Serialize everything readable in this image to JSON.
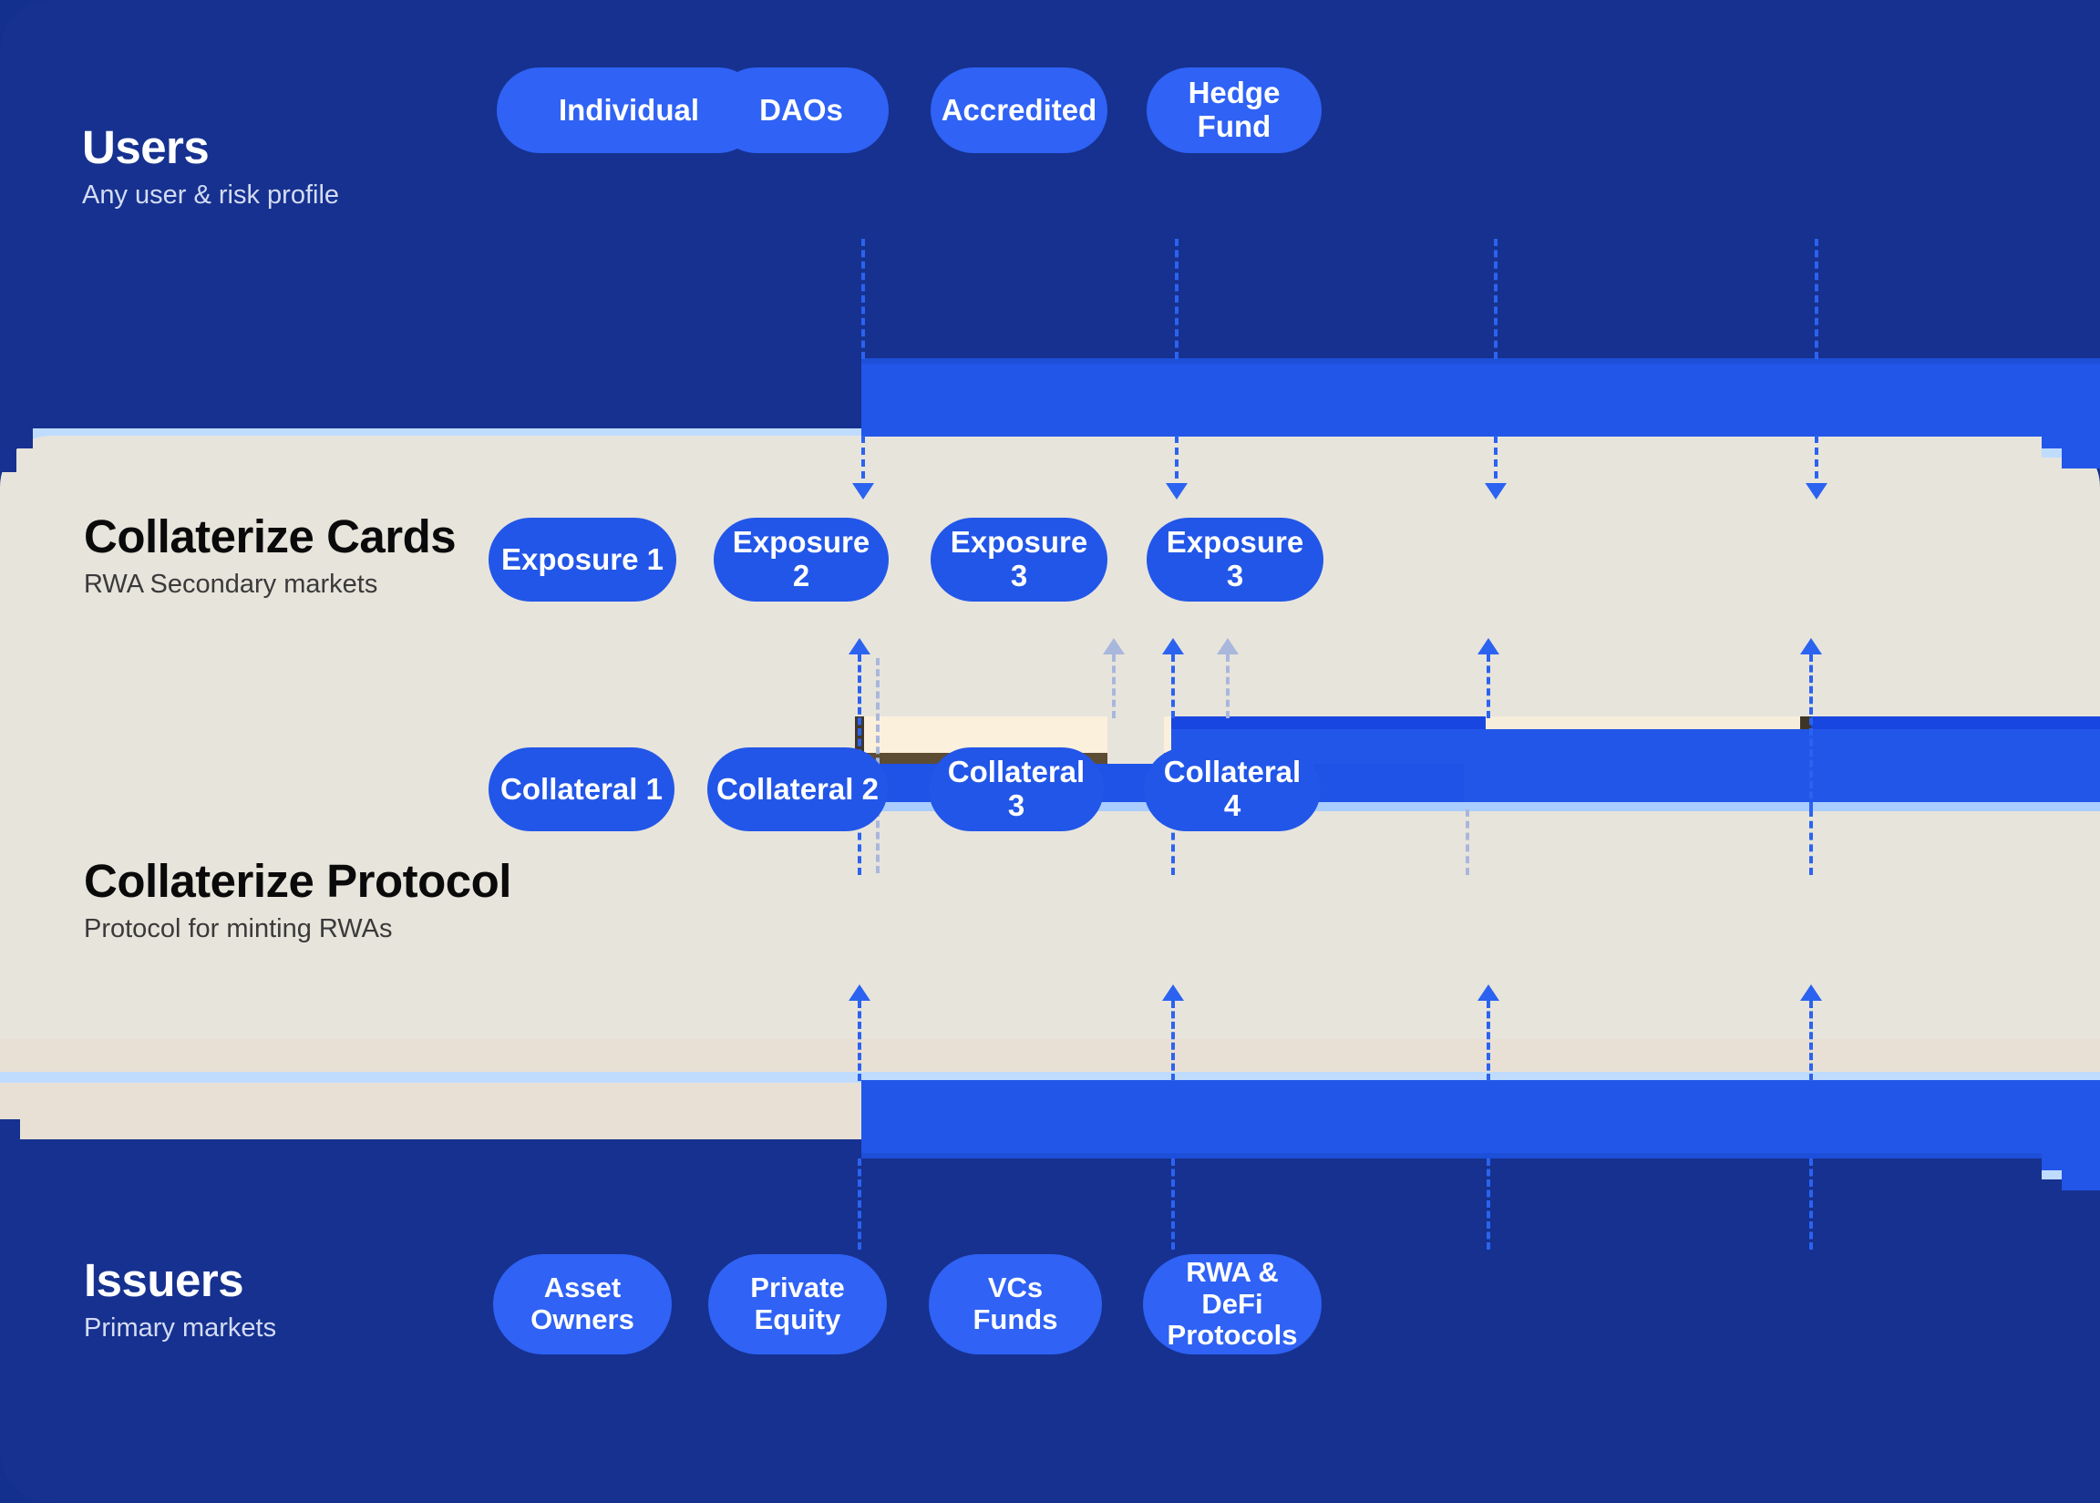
{
  "diagram": {
    "title_semantics": "Collaterize RWA stack flow diagram",
    "colors": {
      "navy_background": "#16318f",
      "cream_panel": "#e7e4dc",
      "pill_blue": "#2256e8",
      "pill_blue_light": "#2f62f5",
      "flow_band": "#2256e8",
      "connector_dashed": "#2b63f0",
      "connector_dashed_faded": "#a9b7dd",
      "text_on_navy": "#ffffff",
      "text_on_cream": "#0a0a0a"
    }
  },
  "sections": {
    "users": {
      "title": "Users",
      "subtitle": "Any user & risk profile",
      "nodes": [
        {
          "label": "Individual"
        },
        {
          "label": "DAOs"
        },
        {
          "label": "Accredited"
        },
        {
          "label": "Hedge Fund"
        }
      ]
    },
    "cards": {
      "title": "Collaterize Cards",
      "subtitle": "RWA Secondary markets",
      "nodes": [
        {
          "label": "Exposure 1"
        },
        {
          "label": "Exposure 2"
        },
        {
          "label": "Exposure 3"
        },
        {
          "label": "Exposure 3"
        }
      ]
    },
    "protocol": {
      "title": "Collaterize Protocol",
      "subtitle": "Protocol for minting RWAs",
      "nodes": [
        {
          "label": "Collateral 1"
        },
        {
          "label": "Collateral 2"
        },
        {
          "label": "Collateral 3"
        },
        {
          "label": "Collateral 4"
        }
      ]
    },
    "issuers": {
      "title": "Issuers",
      "subtitle": "Primary markets",
      "nodes": [
        {
          "line1": "Asset",
          "line2": "Owners"
        },
        {
          "line1": "Private",
          "line2": "Equity"
        },
        {
          "line1": "VCs",
          "line2": "Funds"
        },
        {
          "line1": "RWA & DeFi",
          "line2": "Protocols"
        }
      ]
    }
  }
}
